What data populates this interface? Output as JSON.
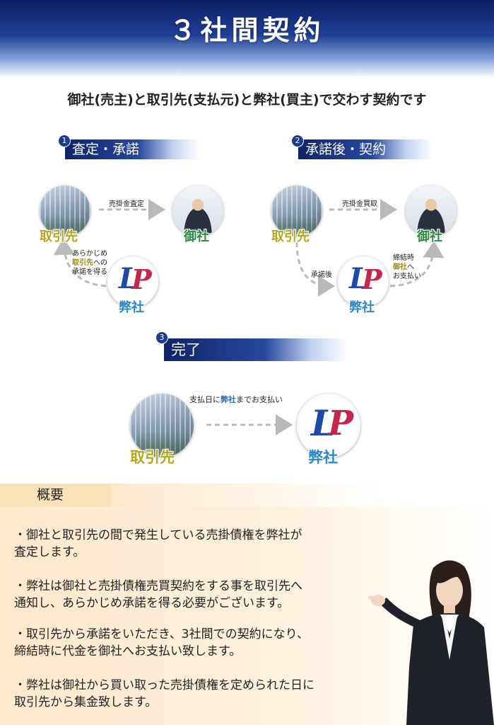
{
  "header": {
    "title": "３社間契約"
  },
  "subtitle": "御社(売主)と取引先(支払元)と弊社(買主)で交わす契約です",
  "steps": [
    {
      "num": "1",
      "label": "査定・承諾",
      "nodes": {
        "client": "取引先",
        "you": "御社",
        "us": "弊社"
      },
      "arrow_top": "売掛金査定",
      "arrow_side": {
        "pre": "あらかじめ",
        "hl": "取引先",
        "post": "への",
        "line3": "承諾を得る"
      }
    },
    {
      "num": "2",
      "label": "承諾後・契約",
      "nodes": {
        "client": "取引先",
        "you": "御社",
        "us": "弊社"
      },
      "arrow_top": "売掛金買取",
      "arrow_left": "承諾後",
      "arrow_right": {
        "line1": "締結時",
        "hl": "御社",
        "post": "へ",
        "line3": "お支払い"
      }
    },
    {
      "num": "3",
      "label": "完了",
      "nodes": {
        "client": "取引先",
        "us": "弊社"
      },
      "arrow_top": {
        "pre": "支払日に",
        "hl": "弊社",
        "post": "までお支払い"
      }
    }
  ],
  "summary": {
    "tab": "概要",
    "items": [
      {
        "line1": "・御社と取引先の間で発生している売掛債権を弊社が",
        "line2": "査定します。"
      },
      {
        "line1": "・弊社は御社と売掛債権売買契約をする事を取引先へ",
        "line2": "通知し、あらかじめ承諾を得る必要がございます。"
      },
      {
        "line1": "・取引先から承諾をいただき、3社間での契約になり、",
        "line2": "締結時に代金を御社へお支払い致します。"
      },
      {
        "line1": "・弊社は御社から買い取った売掛債権を定められた日に",
        "line2": "取引先から集金致します。"
      }
    ]
  },
  "colors": {
    "header_dark": "#0b1f63",
    "label_client": "#b6a81c",
    "label_you": "#2c8a3e",
    "label_us": "#2b88c8",
    "summary_bg": "#fde9cc"
  }
}
